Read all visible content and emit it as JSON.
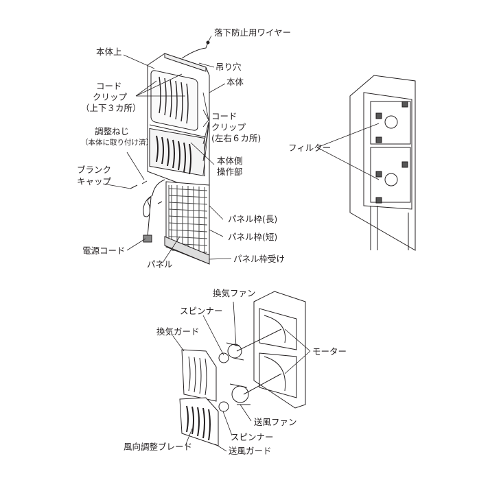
{
  "labels": {
    "wire": "落下防止用ワイヤー",
    "body_top": "本体上",
    "hang_hole": "吊り穴",
    "body": "本体",
    "cord_clip_tb_1": "コード",
    "cord_clip_tb_2": "クリップ",
    "cord_clip_tb_3": "（上下３カ所）",
    "cord_clip_lr_1": "コード",
    "cord_clip_lr_2": "クリップ",
    "cord_clip_lr_3": "(左右６カ所)",
    "adjust_screw": "調整ねじ",
    "adjust_screw_note": "（本体に取り付け済）",
    "body_controls_1": "本体側",
    "body_controls_2": "操作部",
    "blank_cap_1": "ブランク",
    "blank_cap_2": "キャップ",
    "panel_frame_long": "パネル枠(長)",
    "panel_frame_short": "パネル枠(短)",
    "power_cord": "電源コード",
    "panel": "パネル",
    "panel_frame_receiver": "パネル枠受け",
    "filter": "フィルター",
    "vent_fan": "換気ファン",
    "spinner_top": "スピンナー",
    "vent_guard": "換気ガード",
    "motor": "モーター",
    "blower_fan": "送風ファン",
    "spinner_bottom": "スピンナー",
    "louver_blade": "風向調整ブレード",
    "blower_guard": "送風ガード"
  }
}
